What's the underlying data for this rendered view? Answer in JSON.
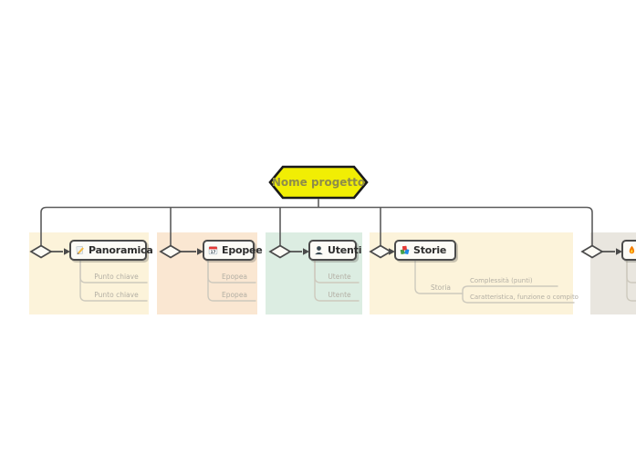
{
  "root": {
    "label": "Nome progetto",
    "fill": "#F1EE04",
    "border": "#1a1a1a",
    "text_color": "#8E8C4A"
  },
  "branches": [
    {
      "title": "Panoramica",
      "icon": "memo-icon",
      "band_color": "#FCF3DA",
      "children": [
        {
          "label": "Punto chiave"
        },
        {
          "label": "Punto chiave"
        }
      ]
    },
    {
      "title": "Epopee",
      "icon": "calendar-icon",
      "calendar_day": "17",
      "band_color": "#FAE7D2",
      "children": [
        {
          "label": "Epopea"
        },
        {
          "label": "Epopea"
        }
      ]
    },
    {
      "title": "Utenti",
      "icon": "person-icon",
      "band_color": "#DCEDE2",
      "children": [
        {
          "label": "Utente"
        },
        {
          "label": "Utente"
        }
      ]
    },
    {
      "title": "Storie",
      "icon": "books-icon",
      "band_color": "#FCF3DA",
      "children": [
        {
          "label": "Storia",
          "children": [
            {
              "label": "Complessità (punti)"
            },
            {
              "label": "Caratteristica, funzione o compito"
            }
          ]
        }
      ]
    },
    {
      "title": "",
      "icon": "fire-icon",
      "band_color": "#E9E6DF",
      "children": []
    }
  ]
}
